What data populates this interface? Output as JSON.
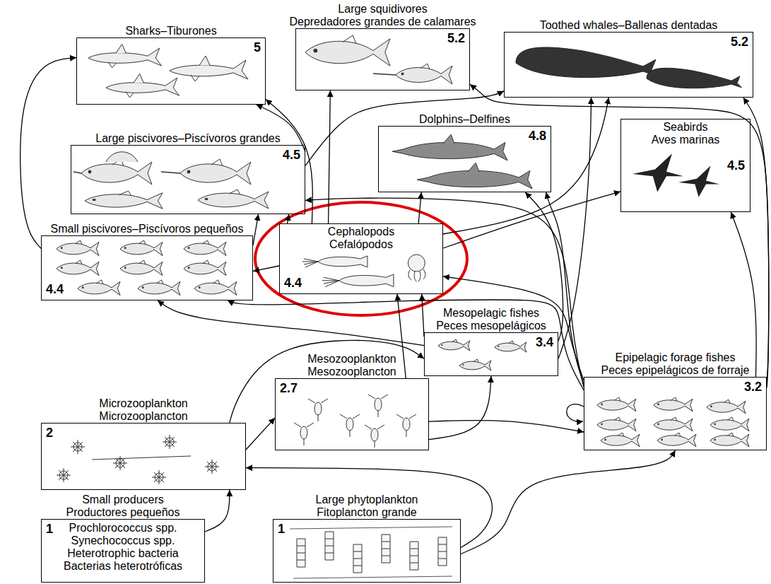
{
  "diagram": {
    "nodes": [
      {
        "text": [
          "Sharks–Tiburones",
          "5"
        ]
      },
      {
        "text": [
          "Large squidivores",
          "Depredadores grandes de calamares",
          "5.2"
        ]
      },
      {
        "text": [
          "Toothed whales–Ballenas dentadas",
          "5.2"
        ]
      },
      {
        "text": [
          "Large piscivores–Piscívoros grandes",
          "4.5"
        ]
      },
      {
        "text": [
          "Dolphins–Delfines",
          "4.8"
        ]
      },
      {
        "text": [
          "Seabirds",
          "Aves marinas",
          "4.5"
        ]
      },
      {
        "text": [
          "Small piscivores–Piscívoros pequeños",
          "4.4"
        ]
      },
      {
        "text": [
          "Cephalopods",
          "Cefalópodos",
          "4.4"
        ]
      },
      {
        "text": [
          "Mesopelagic fishes",
          "Peces mesopelágicos",
          "3.4"
        ]
      },
      {
        "text": [
          "Epipelagic forage fishes",
          "Peces epipelágicos de forraje",
          "3.2"
        ]
      },
      {
        "text": [
          "Microzooplankton",
          "Microzooplancton",
          "2"
        ]
      },
      {
        "text": [
          "Mesozooplankton",
          "Mesozooplancton",
          "2.7"
        ]
      },
      {
        "text": [
          "Small producers",
          "Productores pequeños",
          "1",
          "Prochlorococcus spp.",
          "Synechococcus spp.",
          "Heterotrophic bacteria",
          "Bacterias heterotróficas"
        ]
      },
      {
        "text": [
          "Large phytoplankton",
          "Fitoplancton grande",
          "1"
        ]
      }
    ],
    "edges": [
      {
        "from": 12,
        "to": 10,
        "arrow": "to"
      },
      {
        "from": 13,
        "to": 10,
        "arrow": "to"
      },
      {
        "from": 13,
        "to": 9,
        "arrow": "to"
      },
      {
        "from": 10,
        "to": 11,
        "arrow": "to"
      },
      {
        "from": 10,
        "to": 8,
        "arrow": "to"
      },
      {
        "from": 11,
        "to": 8,
        "arrow": "to"
      },
      {
        "from": 11,
        "to": 9,
        "arrow": "to"
      },
      {
        "from": 11,
        "to": 7,
        "arrow": "to"
      },
      {
        "from": 8,
        "to": 6,
        "arrow": "to"
      },
      {
        "from": 8,
        "to": 4,
        "arrow": "to"
      },
      {
        "from": 8,
        "to": 7,
        "arrow": "to"
      },
      {
        "from": 8,
        "to": 2,
        "arrow": "to"
      },
      {
        "from": 9,
        "to": 7,
        "arrow": "to"
      },
      {
        "from": 9,
        "to": 6,
        "arrow": "to"
      },
      {
        "from": 9,
        "to": 4,
        "arrow": "to"
      },
      {
        "from": 9,
        "to": 5,
        "arrow": "to"
      },
      {
        "from": 9,
        "to": 2,
        "arrow": "to"
      },
      {
        "from": 9,
        "to": 3,
        "arrow": "to"
      },
      {
        "from": 9,
        "to": 1,
        "arrow": "to"
      },
      {
        "from": 7,
        "to": 6,
        "arrow": "to"
      },
      {
        "from": 7,
        "to": 3,
        "arrow": "to"
      },
      {
        "from": 7,
        "to": 0,
        "arrow": "to"
      },
      {
        "from": 7,
        "to": 1,
        "arrow": "to"
      },
      {
        "from": 7,
        "to": 4,
        "arrow": "to"
      },
      {
        "from": 7,
        "to": 5,
        "arrow": "to"
      },
      {
        "from": 7,
        "to": 2,
        "arrow": "to"
      },
      {
        "from": 6,
        "to": 0,
        "arrow": "to"
      },
      {
        "from": 6,
        "to": 3,
        "arrow": "to"
      },
      {
        "from": 3,
        "to": 0,
        "arrow": "to"
      },
      {
        "from": 3,
        "to": 2,
        "arrow": "to"
      }
    ]
  }
}
